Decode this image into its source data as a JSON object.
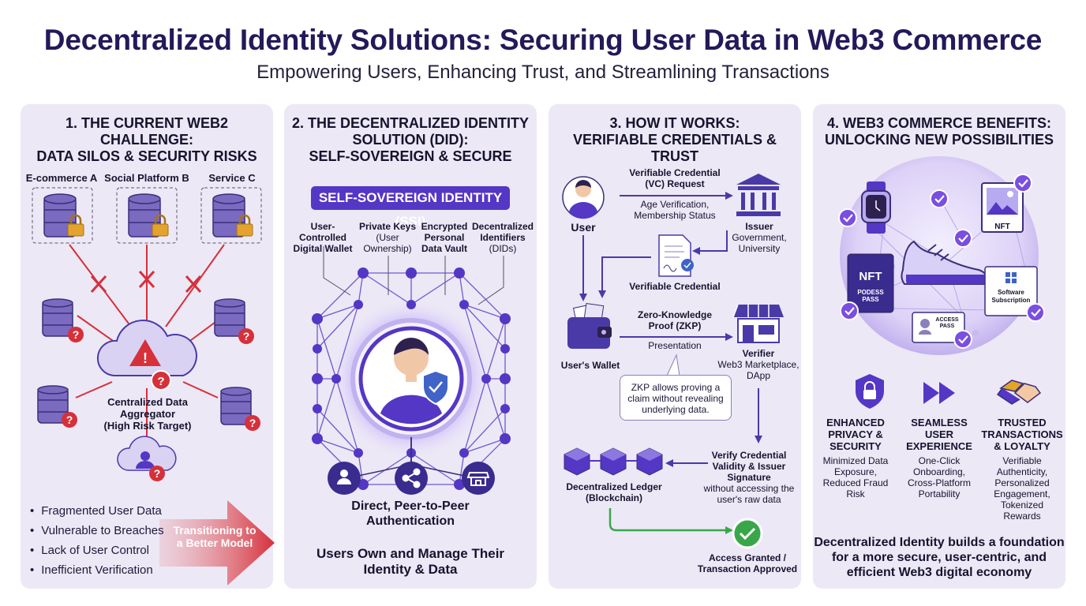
{
  "title": "Decentralized Identity Solutions: Securing User Data in Web3 Commerce",
  "subtitle": "Empowering Users, Enhancing Trust, and Streamlining Transactions",
  "panel1": {
    "title_line1": "1. THE CURRENT WEB2 CHALLENGE:",
    "title_line2": "DATA SILOS & SECURITY RISKS",
    "silos": [
      "E-commerce A",
      "Social Platform B",
      "Service C"
    ],
    "aggregator_line1": "Centralized Data Aggregator",
    "aggregator_line2": "(High Risk Target)",
    "bullets": [
      "Fragmented User Data",
      "Vulnerable to Breaches",
      "Lack of User Control",
      "Inefficient Verification"
    ],
    "transition_line1": "Transitioning to",
    "transition_line2": "a Better Model"
  },
  "panel2": {
    "title_line1": "2. THE DECENTRALIZED IDENTITY",
    "title_line2": "SOLUTION (DID):",
    "title_line3": "SELF-SOVEREIGN & SECURE",
    "banner": "SELF-SOVEREIGN IDENTITY (SSI)",
    "features": [
      {
        "line1": "User-Controlled",
        "line2": "Digital Wallet",
        "line3": ""
      },
      {
        "line1": "Private Keys",
        "line2": "(User",
        "line3": "Ownership)"
      },
      {
        "line1": "Encrypted",
        "line2": "Personal",
        "line3": "Data Vault"
      },
      {
        "line1": "Decentralized",
        "line2": "Identifiers",
        "line3": "(DIDs)"
      }
    ],
    "p2p_line1": "Direct, Peer-to-Peer",
    "p2p_line2": "Authentication",
    "footer_line1": "Users Own and Manage Their",
    "footer_line2": "Identity & Data"
  },
  "panel3": {
    "title_line1": "3. HOW IT WORKS:",
    "title_line2": "VERIFIABLE CREDENTIALS & TRUST",
    "user": "User",
    "vc_request_line1": "Verifiable Credential",
    "vc_request_line2": "(VC) Request",
    "vc_request_sub_line1": "Age Verification,",
    "vc_request_sub_line2": "Membership Status",
    "issuer": "Issuer",
    "issuer_sub_line1": "Government,",
    "issuer_sub_line2": "University",
    "vc": "Verifiable Credential",
    "wallet": "User's Wallet",
    "zkp_line1": "Zero-Knowledge",
    "zkp_line2": "Proof (ZKP)",
    "presentation": "Presentation",
    "verifier": "Verifier",
    "verifier_sub_line1": "Web3 Marketplace,",
    "verifier_sub_line2": "DApp",
    "zkp_note_line1": "ZKP allows proving a",
    "zkp_note_line2": "claim without revealing",
    "zkp_note_line3": "underlying data.",
    "verify_line1": "Verify Credential",
    "verify_line2": "Validity & Issuer",
    "verify_line3": "Signature",
    "verify_sub_line1": "without accessing the",
    "verify_sub_line2": "user's raw data",
    "ledger_line1": "Decentralized Ledger",
    "ledger_line2": "(Blockchain)",
    "granted_line1": "Access Granted /",
    "granted_line2": "Transaction Approved"
  },
  "panel4": {
    "title_line1": "4. WEB3 COMMERCE BENEFITS:",
    "title_line2": "UNLOCKING NEW POSSIBILITIES",
    "sphere_labels": {
      "nft_top": "NFT",
      "nft_card": "NFT",
      "nft_card_sub1": "PODESS",
      "nft_card_sub2": "PASS",
      "software1": "Software",
      "software2": "Subscription",
      "access1": "ACCESS",
      "access2": "PASS"
    },
    "benefits": [
      {
        "h1": "ENHANCED",
        "h2": "PRIVACY &",
        "h3": "SECURITY",
        "d1": "Minimized Data",
        "d2": "Exposure,",
        "d3": "Reduced Fraud",
        "d4": "Risk"
      },
      {
        "h1": "SEAMLESS",
        "h2": "USER",
        "h3": "EXPERIENCE",
        "d1": "One-Click",
        "d2": "Onboarding,",
        "d3": "Cross-Platform",
        "d4": "Portability"
      },
      {
        "h1": "TRUSTED",
        "h2": "TRANSACTIONS",
        "h3": "& LOYALTY",
        "d1": "Verifiable",
        "d2": "Authenticity,",
        "d3": "Personalized",
        "d4": "Engagement,",
        "d5": "Tokenized",
        "d6": "Rewards"
      }
    ],
    "footer_line1": "Decentralized Identity builds a foundation",
    "footer_line2": "for a more secure, user-centric, and",
    "footer_line3": "efficient Web3 digital economy"
  },
  "colors": {
    "title": "#24195a",
    "panel_bg": "#ece8f6",
    "purple": "#5437c4",
    "danger": "#d6303a",
    "success": "#3aa64a",
    "gold": "#e3a32c"
  },
  "icons": [
    "database-icon",
    "lock-icon",
    "question-icon",
    "cloud-icon",
    "warning-icon",
    "user-icon",
    "bank-icon",
    "certificate-icon",
    "wallet-icon",
    "store-icon",
    "cube-icon",
    "check-icon",
    "shield-icon",
    "share-icon",
    "smartwatch-icon",
    "sneaker-icon",
    "fast-forward-icon",
    "handshake-icon"
  ]
}
